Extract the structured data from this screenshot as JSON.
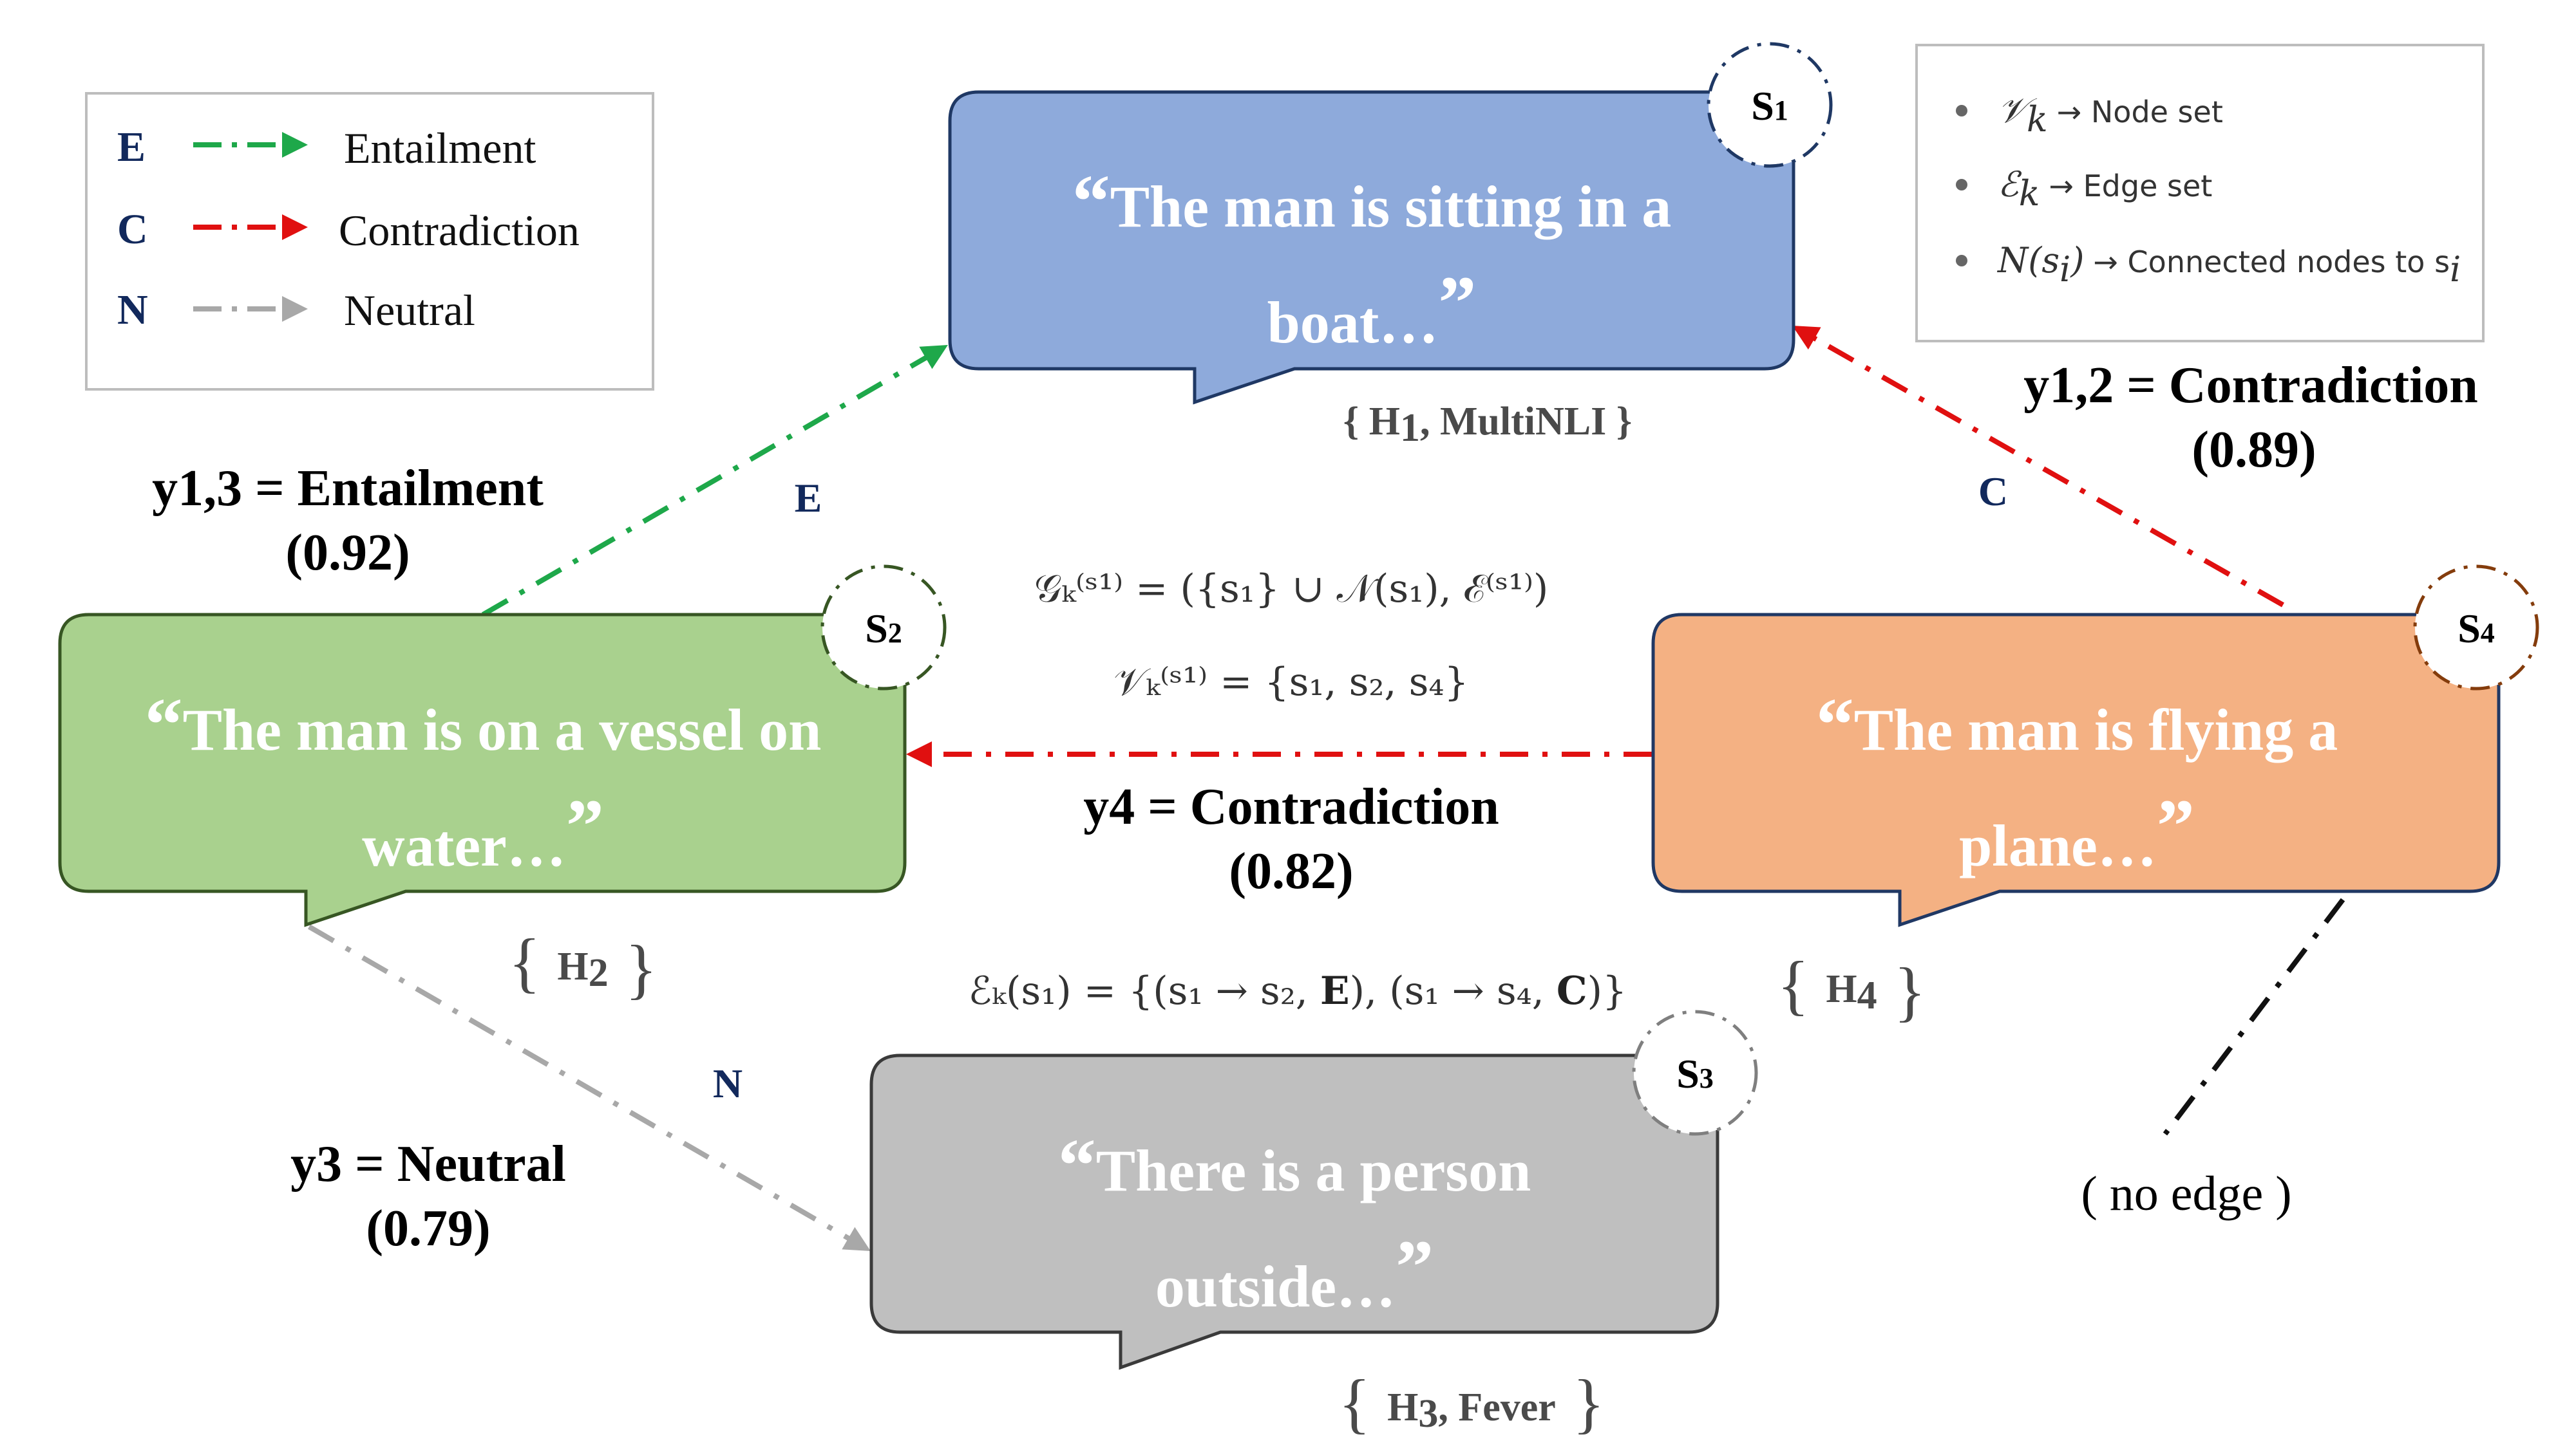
{
  "legend": {
    "entries": [
      {
        "letter": "E",
        "label": "Entailment",
        "color": "#1ea84a"
      },
      {
        "letter": "C",
        "label": "Contradiction",
        "color": "#e01010"
      },
      {
        "letter": "N",
        "label": "Neutral",
        "color": "#a8a8a8"
      }
    ]
  },
  "notes": {
    "items": [
      {
        "symbol": "𝒱",
        "sub": "k",
        "text": "→ Node set"
      },
      {
        "symbol": "ℰ",
        "sub": "k",
        "text": "→ Edge set"
      },
      {
        "symbol": "N(s",
        "sub": "i",
        "after": ")",
        "text": "→ Connected nodes to s",
        "tail_sub": "i"
      }
    ]
  },
  "nodes": {
    "s1": {
      "badge": "S",
      "badge_sub": "1",
      "line1": "The man is sitting in a",
      "line2": "boat…",
      "source": "H",
      "source_sub": "1",
      "source_rest": ", MultiNLI",
      "fill": "#8eaadb",
      "badge_color": "#1f3864"
    },
    "s2": {
      "badge": "S",
      "badge_sub": "2",
      "line1": "The man is on a vessel on",
      "line2": "water…",
      "source": "H",
      "source_sub": "2",
      "source_rest": "",
      "fill": "#a9d18e",
      "badge_color": "#375623"
    },
    "s3": {
      "badge": "S",
      "badge_sub": "3",
      "line1": "There is a person",
      "line2": "outside…",
      "source": "H",
      "source_sub": "3",
      "source_rest": ", Fever",
      "fill": "#bfbfbf",
      "badge_color": "#7f7f7f"
    },
    "s4": {
      "badge": "S",
      "badge_sub": "4",
      "line1": "The man is flying a",
      "line2": "plane…",
      "source": "H",
      "source_sub": "4",
      "source_rest": "",
      "fill": "#f4b183",
      "badge_color": "#843c0c"
    }
  },
  "edges": {
    "e13": {
      "letter": "E",
      "label_y": "y",
      "label_sub": "1,3",
      "label_text": " = Entailment",
      "score": "(0.92)"
    },
    "e12": {
      "letter": "C",
      "label_y": "y",
      "label_sub": "1,2",
      "label_text": " = Contradiction",
      "score": "(0.89)"
    },
    "e4": {
      "label_y": "y",
      "label_sub": "4",
      "label_text": " = Contradiction",
      "score": "(0.82)"
    },
    "e3": {
      "letter": "N",
      "label_y": "y",
      "label_sub": "3",
      "label_text": " = Neutral",
      "score": "(0.79)"
    }
  },
  "no_edge": {
    "open": "( ",
    "word": "no",
    "rest": " edge )",
    "word_color": "#c00000"
  },
  "formulas": {
    "graph": "𝒢ₖ⁽ˢ¹⁾ = ({s₁} ∪ 𝒩(s₁), ℰ⁽ˢ¹⁾)",
    "nodes": "𝒱ₖ⁽ˢ¹⁾ = {s₁, s₂, s₄}",
    "edges_a": "ℰₖ(s₁) = {(s₁ → s₂, ",
    "edges_b": "E",
    "edges_c": "), (s₁ → s₄, ",
    "edges_d": "C",
    "edges_e": ")}"
  }
}
